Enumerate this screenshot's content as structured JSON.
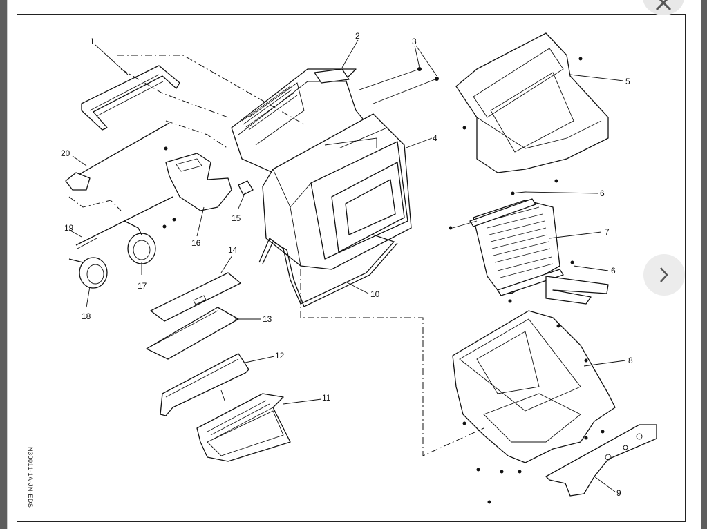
{
  "viewer": {
    "close_icon": "close-icon",
    "next_icon": "chevron-right-icon"
  },
  "diagram": {
    "reference_code": "N30011-1A-JN-EDS",
    "callouts": [
      "1",
      "2",
      "3",
      "4",
      "5",
      "6",
      "7",
      "6",
      "8",
      "9",
      "10",
      "11",
      "12",
      "13",
      "14",
      "15",
      "16",
      "17",
      "18",
      "19",
      "20"
    ]
  }
}
